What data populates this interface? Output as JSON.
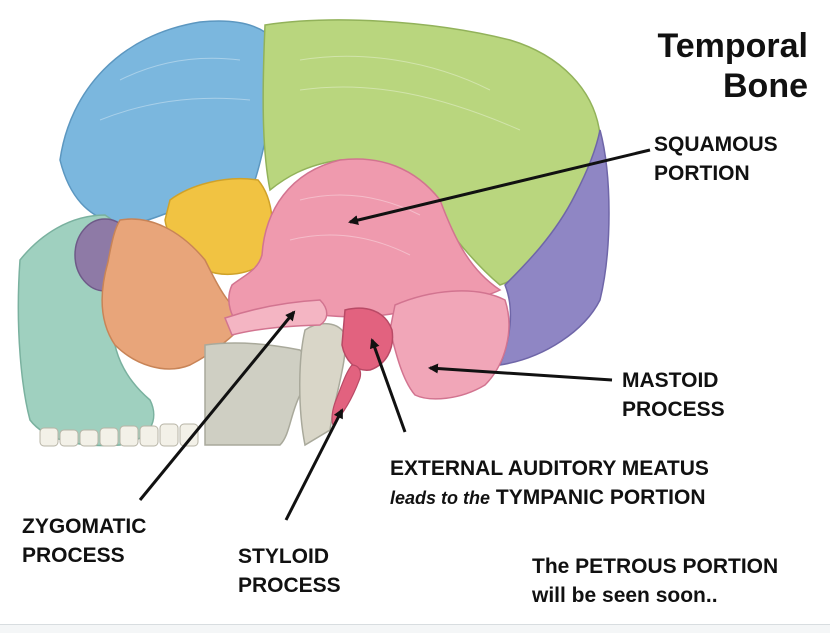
{
  "title": {
    "line1": "Temporal",
    "line2": "Bone"
  },
  "labels": {
    "squamous": {
      "line1": "SQUAMOUS",
      "line2": "PORTION"
    },
    "mastoid": {
      "line1": "MASTOID",
      "line2": "PROCESS"
    },
    "eam": {
      "line1": "EXTERNAL AUDITORY MEATUS",
      "lead": "leads to the",
      "tympanic": "TYMPANIC PORTION"
    },
    "zygomatic": {
      "line1": "ZYGOMATIC",
      "line2": "PROCESS"
    },
    "styloid": {
      "line1": "STYLOID",
      "line2": "PROCESS"
    },
    "petrous": {
      "line1": "The PETROUS PORTION",
      "line2": "will be seen soon.."
    }
  },
  "colors": {
    "frontal": "#7bb7de",
    "parietal": "#b9d67e",
    "occipital": "#8f86c4",
    "sphenoid": "#f1c342",
    "temporal": "#ef9aae",
    "zygomatic": "#e8a57a",
    "maxilla": "#9fd0bf",
    "mandible": "#cfcfc3"
  }
}
